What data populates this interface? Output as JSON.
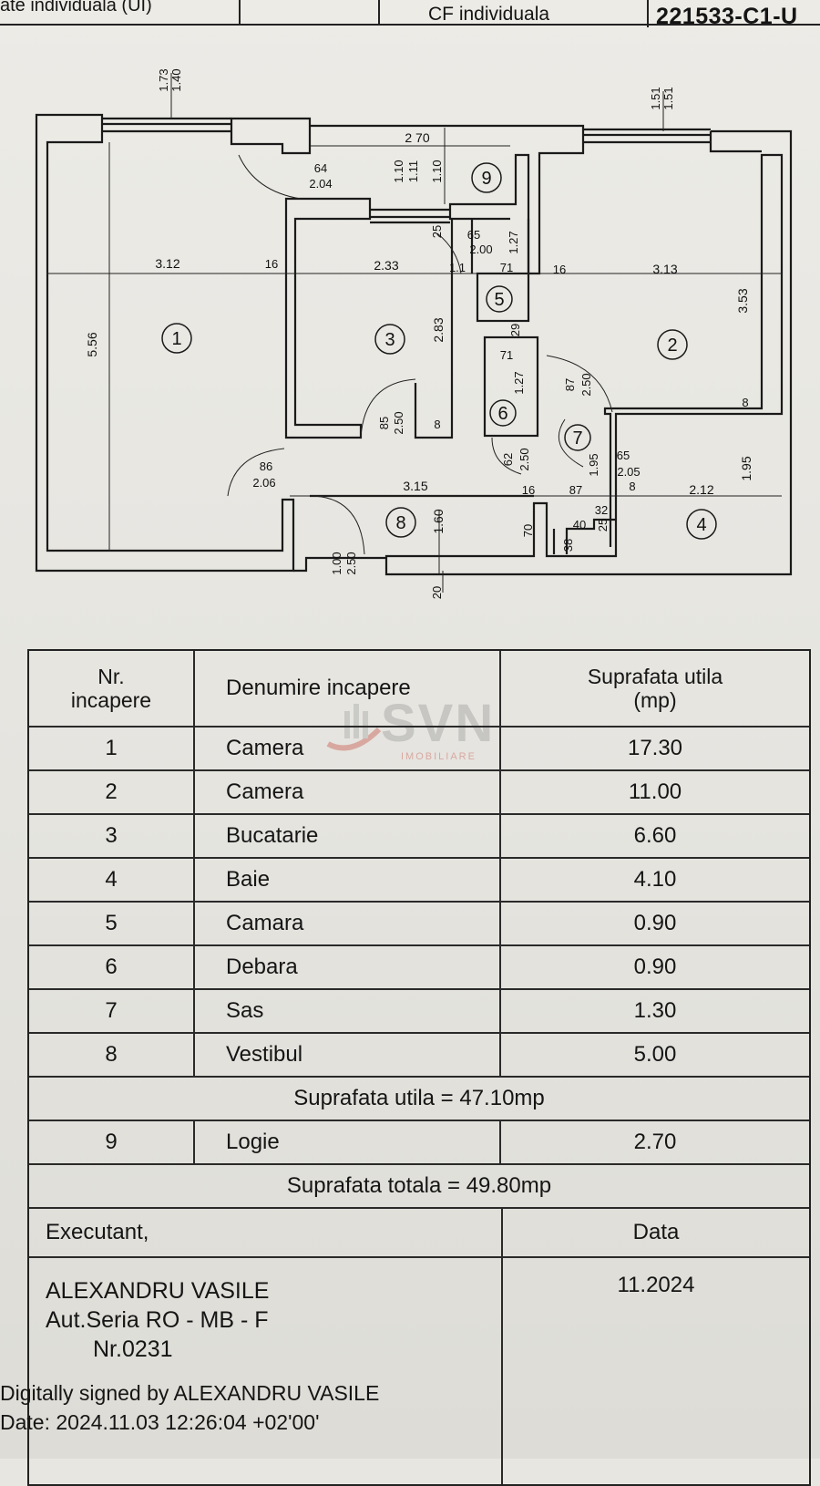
{
  "header": {
    "cell_left": "ate individuala (UI)",
    "cell_mid": "CF individuala",
    "cell_right": "221533-C1-U"
  },
  "plan": {
    "rooms": [
      "1",
      "2",
      "3",
      "4",
      "5",
      "6",
      "7",
      "8",
      "9"
    ],
    "dims": {
      "d173": "1.73",
      "d140": "1.40",
      "d151a": "1.51",
      "d151b": "1.51",
      "d270": "2 70",
      "d64": "64",
      "d204": "2.04",
      "d110a": "1.10",
      "d111": "1.11",
      "d110b": "1.10",
      "d312": "3.12",
      "d16a": "16",
      "d233": "2.33",
      "d16b": "16",
      "d313": "3.13",
      "d556": "5.56",
      "d283": "2.83",
      "d353": "3.53",
      "d65a": "65",
      "d200": "2.00",
      "d127a": "1.27",
      "d25": "25",
      "d11": "1.1",
      "d71a": "71",
      "d29": "29",
      "d71b": "71",
      "d127b": "1.27",
      "d87a": "87",
      "d250a": "2.50",
      "d85": "85",
      "d250b": "2.50",
      "d8a": "8",
      "d8b": "8",
      "d62": "62",
      "d250c": "2.50",
      "d195a": "1.95",
      "d65b": "65",
      "d205": "2.05",
      "d8c": "8",
      "d86": "86",
      "d206": "2.06",
      "d315": "3.15",
      "d16c": "16",
      "d87b": "87",
      "d212": "2.12",
      "d195b": "1.95",
      "d160": "1.60",
      "d70": "70",
      "d40": "40",
      "d32": "32",
      "d25b": "25",
      "d38": "38",
      "d100": "1.00",
      "d250d": "2.50",
      "d20": "20"
    }
  },
  "table": {
    "headers": {
      "nr_line1": "Nr.",
      "nr_line2": "incapere",
      "name": "Denumire incapere",
      "area_line1": "Suprafata utila",
      "area_line2": "(mp)"
    },
    "rows": [
      {
        "nr": "1",
        "name": "Camera",
        "area": "17.30"
      },
      {
        "nr": "2",
        "name": "Camera",
        "area": "11.00"
      },
      {
        "nr": "3",
        "name": "Bucatarie",
        "area": "6.60"
      },
      {
        "nr": "4",
        "name": "Baie",
        "area": "4.10"
      },
      {
        "nr": "5",
        "name": "Camara",
        "area": "0.90"
      },
      {
        "nr": "6",
        "name": "Debara",
        "area": "0.90"
      },
      {
        "nr": "7",
        "name": "Sas",
        "area": "1.30"
      },
      {
        "nr": "8",
        "name": "Vestibul",
        "area": "5.00"
      }
    ],
    "useful_total": "Suprafata  utila = 47.10mp",
    "extra_row": {
      "nr": "9",
      "name": "Logie",
      "area": "2.70"
    },
    "grand_total": "Suprafata totala = 49.80mp",
    "executant_label": "Executant,",
    "date_label": "Data",
    "executant_name": "ALEXANDRU VASILE",
    "executant_series": "Aut.Seria RO - MB - F",
    "executant_nr": "Nr.0231",
    "date_value": "11.2024"
  },
  "signature": {
    "line1": "Digitally signed by ALEXANDRU VASILE",
    "line2": "Date: 2024.11.03 12:26:04 +02'00'"
  },
  "watermark": {
    "text": "SVN",
    "sub": "IMOBILIARE"
  }
}
